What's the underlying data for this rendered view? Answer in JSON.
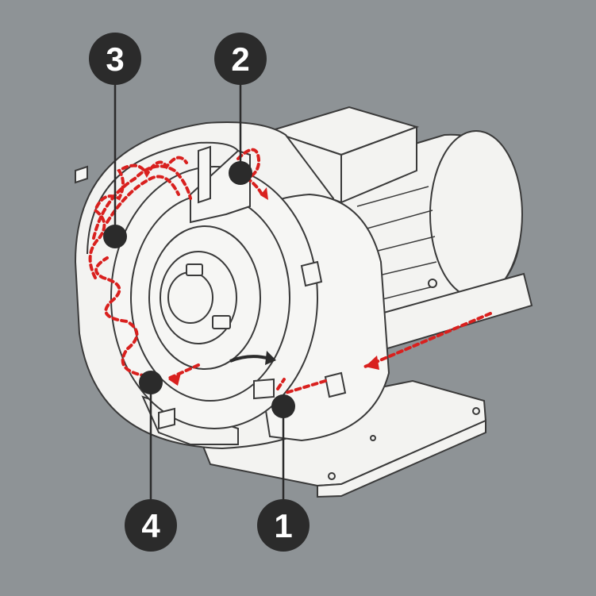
{
  "diagram": {
    "callouts": [
      {
        "label": "1",
        "color": "#2b2b2b"
      },
      {
        "label": "2",
        "color": "#2b2b2b"
      },
      {
        "label": "3",
        "color": "#2b2b2b"
      },
      {
        "label": "4",
        "color": "#2b2b2b"
      }
    ],
    "colors": {
      "background": "#8e9396",
      "machine_fill": "#f3f3f1",
      "machine_line": "#3a3a3a",
      "airflow": "#d9201e"
    }
  }
}
